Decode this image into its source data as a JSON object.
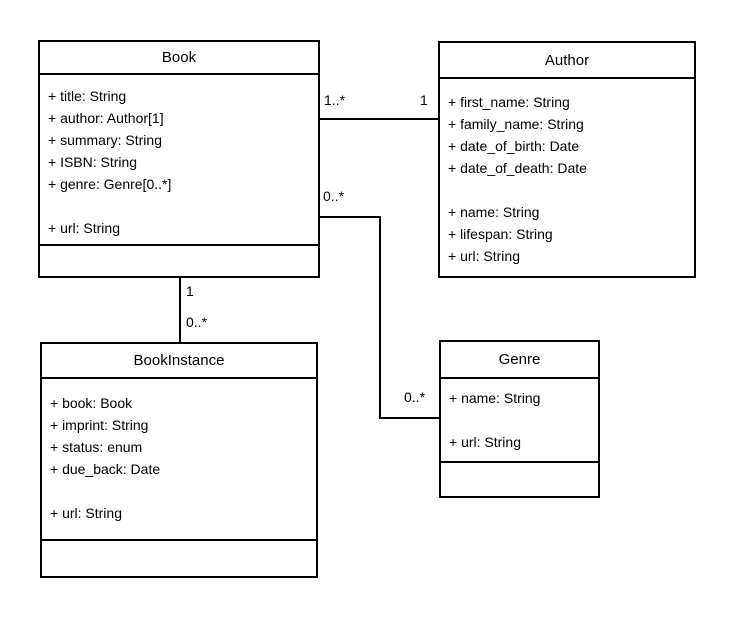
{
  "colors": {
    "line": "#000000",
    "background": "#ffffff"
  },
  "classes": {
    "book": {
      "title": "Book",
      "attrs": [
        "+ title: String",
        "+ author: Author[1]",
        "+ summary: String",
        "+ ISBN: String",
        "+ genre: Genre[0..*]",
        "",
        "+ url: String"
      ]
    },
    "author": {
      "title": "Author",
      "attrs": [
        "+ first_name: String",
        "+ family_name: String",
        "+ date_of_birth: Date",
        "+ date_of_death: Date",
        "",
        "+ name: String",
        "+ lifespan: String",
        "+ url: String"
      ]
    },
    "bookinstance": {
      "title": "BookInstance",
      "attrs": [
        "+ book: Book",
        "+ imprint: String",
        "+ status: enum",
        "+ due_back: Date",
        "",
        "+ url: String"
      ]
    },
    "genre": {
      "title": "Genre",
      "attrs": [
        "+ name: String",
        "",
        "+ url: String"
      ]
    }
  },
  "relations": {
    "book_author": {
      "book_end": "1..*",
      "author_end": "1"
    },
    "book_genre": {
      "book_end": "0..*",
      "genre_end": "0..*"
    },
    "book_bookinstance": {
      "book_end": "1",
      "bookinstance_end": "0..*"
    }
  }
}
